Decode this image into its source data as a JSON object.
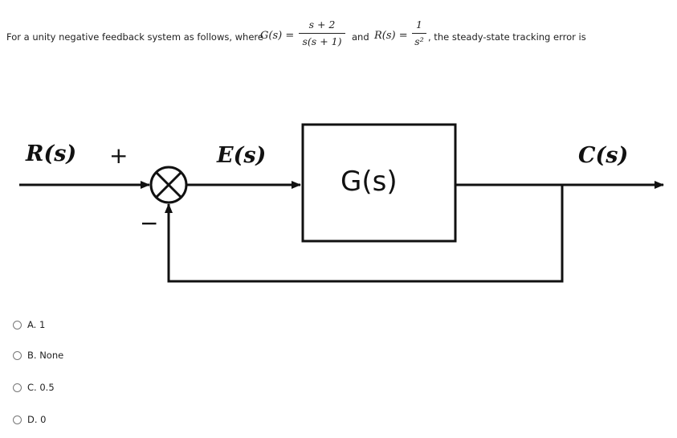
{
  "question": {
    "prefix": "For a unity negative feedback system as follows, where",
    "g_lhs": "G(s) =",
    "g_num": "s + 2",
    "g_den": "s(s + 1)",
    "middle": "and",
    "r_lhs": "R(s) =",
    "r_num": "1",
    "r_den": "s²",
    "suffix": ", the steady-state tracking error is"
  },
  "diagram": {
    "input_label": "R(s)",
    "plus_sign": "+",
    "minus_sign": "−",
    "error_label": "E(s)",
    "block_label": "G(s)",
    "output_label": "C(s)"
  },
  "options": [
    {
      "label": "A. 1"
    },
    {
      "label": "B. None"
    },
    {
      "label": "C. 0.5"
    },
    {
      "label": "D. 0"
    }
  ]
}
